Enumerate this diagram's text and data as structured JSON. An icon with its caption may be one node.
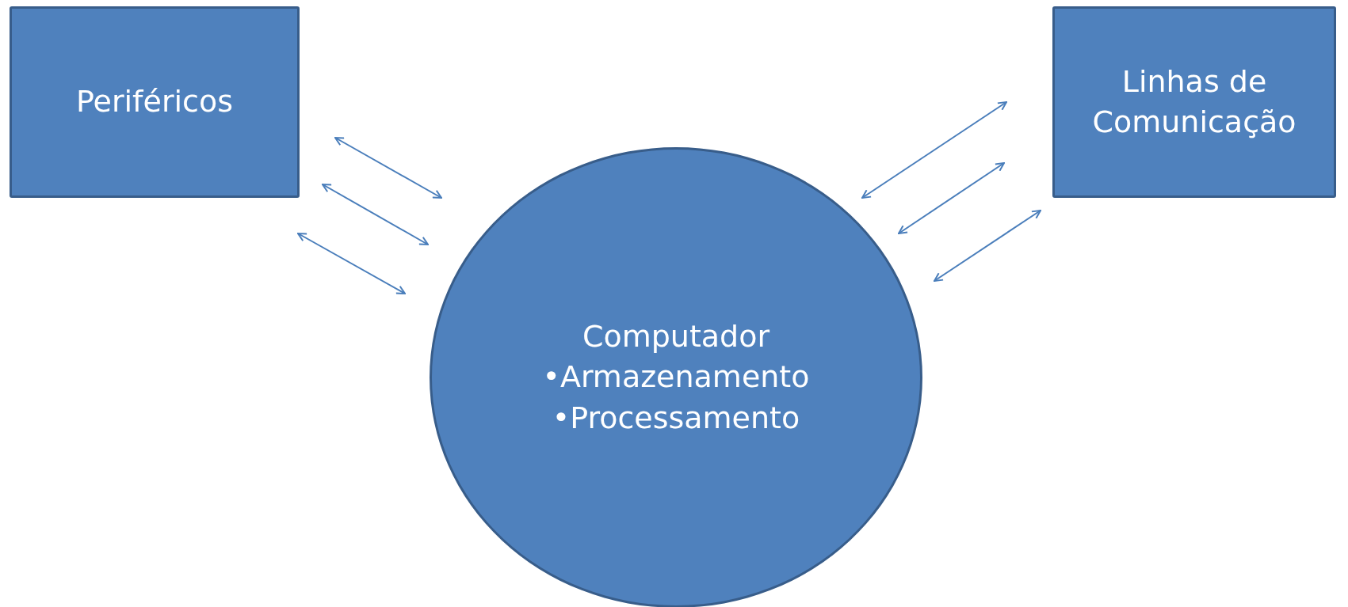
{
  "diagram": {
    "nodes": [
      {
        "text": [
          "Periféricos"
        ]
      },
      {
        "text": [
          "Linhas de Comunicação"
        ]
      },
      {
        "text": [
          "Computador",
          "•Armazenamento",
          "•Processamento"
        ]
      }
    ],
    "edges": [
      {
        "from": 0,
        "to": 2,
        "arrow": "both"
      },
      {
        "from": 0,
        "to": 2,
        "arrow": "both"
      },
      {
        "from": 0,
        "to": 2,
        "arrow": "both"
      },
      {
        "from": 1,
        "to": 2,
        "arrow": "both"
      },
      {
        "from": 1,
        "to": 2,
        "arrow": "both"
      },
      {
        "from": 1,
        "to": 2,
        "arrow": "both"
      }
    ]
  }
}
